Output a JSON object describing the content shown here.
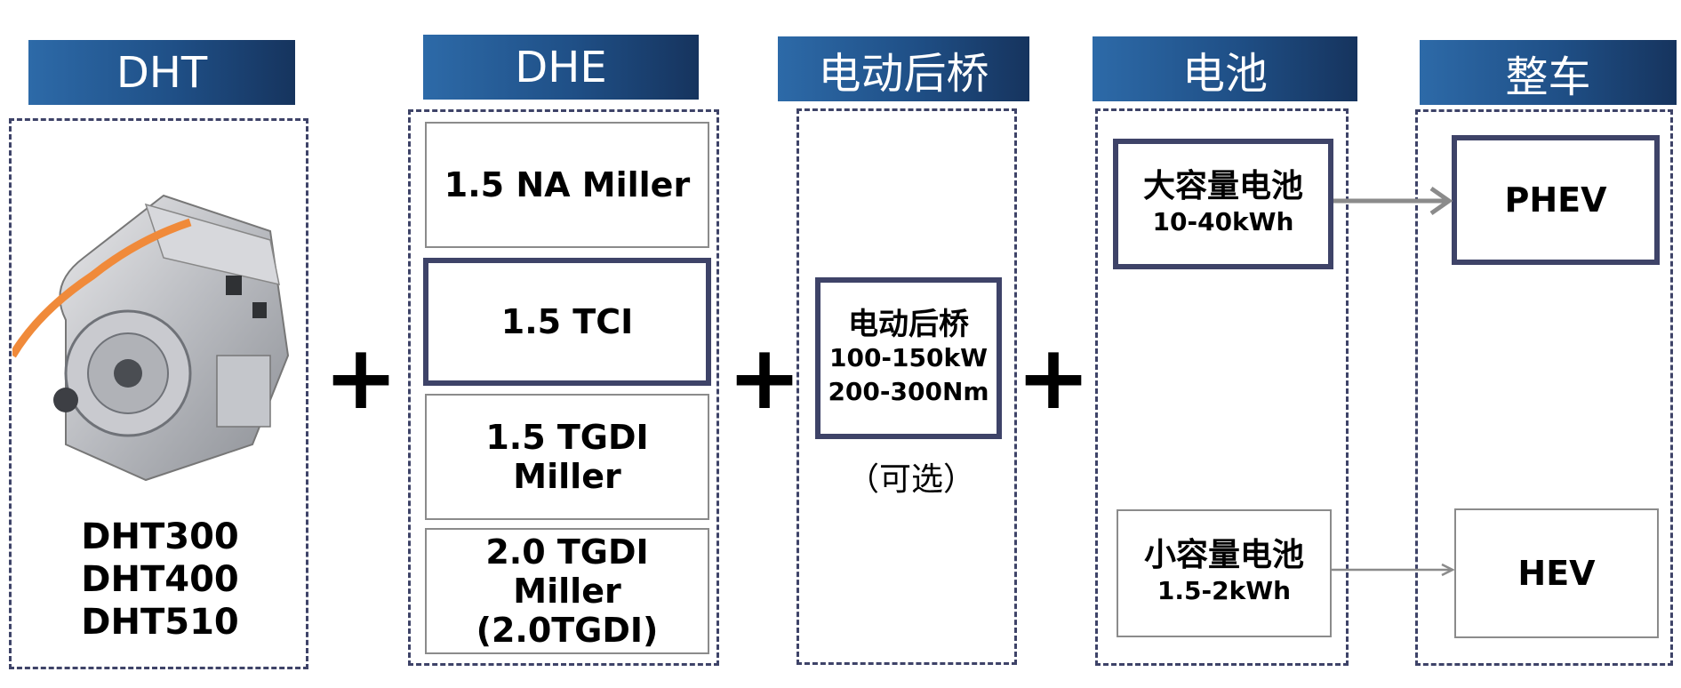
{
  "headers": {
    "dht": "DHT",
    "dhe": "DHE",
    "rear_axle": "电动后桥",
    "battery": "电池",
    "vehicle": "整车"
  },
  "plus_sign": "+",
  "dht_models": [
    "DHT300",
    "DHT400",
    "DHT510"
  ],
  "dhe_engines": [
    {
      "line1": "1.5 NA Miller",
      "line2": ""
    },
    {
      "line1": "1.5 TCI",
      "line2": ""
    },
    {
      "line1": "1.5 TGDI Miller",
      "line2": ""
    },
    {
      "line1": "2.0 TGDI Miller",
      "line2": "(2.0TGDI)"
    }
  ],
  "rear_axle": {
    "title": "电动后桥",
    "power": "100-150kW",
    "torque": "200-300Nm",
    "optional": "（可选）"
  },
  "batteries": [
    {
      "name": "大容量电池",
      "capacity": "10-40kWh"
    },
    {
      "name": "小容量电池",
      "capacity": "1.5-2kWh"
    }
  ],
  "vehicles": [
    "PHEV",
    "HEV"
  ],
  "colors": {
    "header_start": "#2d6aa8",
    "header_end": "#16345e",
    "border_dark": "#3e4368",
    "border_light": "#8b8b8b",
    "arrow": "#8b8b8b"
  }
}
